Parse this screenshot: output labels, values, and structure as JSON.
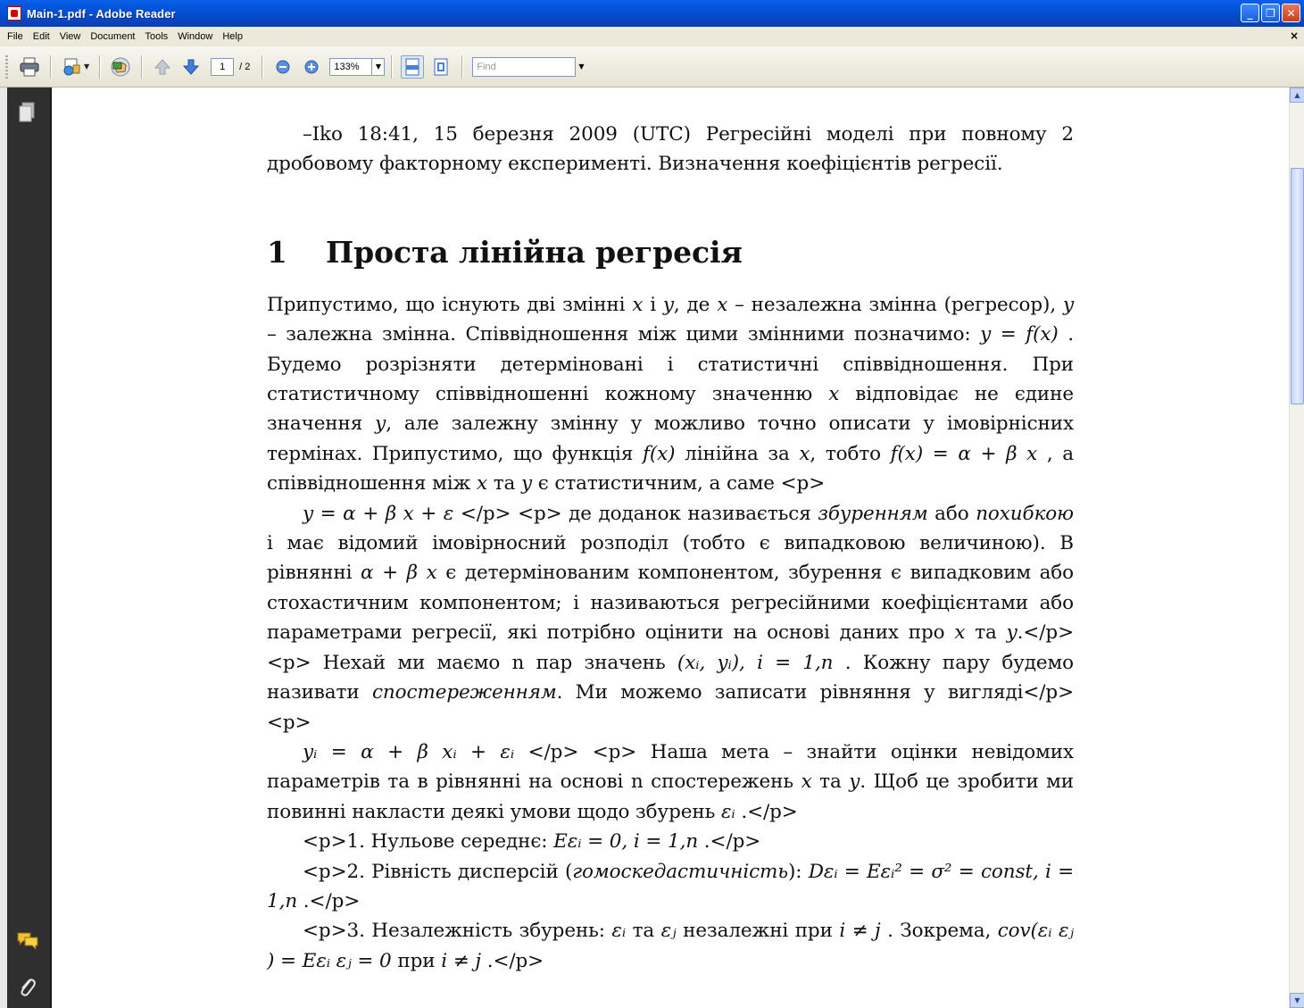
{
  "window": {
    "title": "Main-1.pdf - Adobe Reader"
  },
  "menu": {
    "items": [
      "File",
      "Edit",
      "View",
      "Document",
      "Tools",
      "Window",
      "Help"
    ]
  },
  "toolbar": {
    "page_current": "1",
    "page_total": "/ 2",
    "zoom": "133%",
    "find_placeholder": "Find"
  },
  "document": {
    "header": "–Iko 18:41, 15 березня 2009 (UTC) Регресійні моделі при повному 2 дробовому факторному експерименті. Визначення коефіцієнтів регресії.",
    "section_number": "1",
    "section_title": "Проста лінійна регресія",
    "p1": [
      "Припустимо, що існують дві змінні ",
      "x",
      " і ",
      "y",
      ", де ",
      "x",
      " – незалежна змінна (регресор), ",
      "y",
      " – залежна змінна. Співвідношення між цими змінними позначимо: ",
      "y = f(x)",
      " . Будемо розрізняти детерміновані і статистичні співвідношення. При статистичному співвідношенні кожному значенню ",
      "x",
      " відповідає не єдине значення ",
      "y",
      ", але залежну змінну у можливо точно описати у імовірнісних термінах. Припустимо, що функція ",
      "f(x)",
      " лінійна за ",
      "x",
      ", тобто ",
      "f(x) = α  + β x",
      " , а співвідношення між ",
      "x",
      " та ",
      "y",
      " є статистичним, а саме <p>"
    ],
    "p2": [
      "y = α  + β x + ε",
      "  </p> <p> де доданок  називається ",
      "збуренням",
      " або ",
      "похибкою",
      " і має відомий імовірносний розподіл (тобто є випадковою величиною). В рівнянні ",
      "α  + β x",
      " є детермінованим компонентом, збурення  є випадковим або стохастичним компонентом;  і  називаються регресійними коефіцієнтами або параметрами регресії, які потрібно оцінити на основі даних про ",
      "x",
      " та ",
      "y",
      ".</p> <p> Нехай ми маємо n пар значень ",
      "(xᵢ, yᵢ), i = 1,n",
      " . Кожну пару будемо називати ",
      "спостереженням",
      ". Ми можемо записати рівняння у вигляді</p> <p>"
    ],
    "p3": [
      "yᵢ = α  + β xᵢ + εᵢ",
      "  </p> <p> Наша мета – знайти оцінки невідомих параметрів  та  в рівнянні на основі n спостережень ",
      "x",
      " та ",
      "y",
      ". Щоб це зробити ми повинні накласти деякі умови щодо збурень ",
      "εᵢ",
      "  .</p>"
    ],
    "p4": [
      "<p>1. Нульове середнє: ",
      "Eεᵢ  = 0, i = 1,n",
      "  .</p>"
    ],
    "p5": [
      "<p>2. Рівність дисперсій (",
      "гомоскедастичність",
      "): ",
      "Dεᵢ  = Eεᵢ²  = σ²  = const, i = 1,n",
      "  .</p>"
    ],
    "p6": [
      "<p>3. Незалежність збурень: ",
      "εᵢ",
      "  та ",
      "εⱼ",
      "  незалежні при ",
      "i ≠  j",
      " . Зокрема, ",
      "cov(εᵢ εⱼ ) = Eεᵢ εⱼ  = 0",
      " при ",
      "i ≠  j",
      " .</p>"
    ]
  },
  "icons": {
    "print": "printer-icon",
    "email": "email-icon",
    "hand": "hand-tool-icon",
    "prev": "previous-page-icon",
    "next": "next-page-icon",
    "zoom_out": "zoom-out-icon",
    "zoom_in": "zoom-in-icon",
    "fit_width": "fit-width-icon",
    "fit_page": "fit-page-icon",
    "pages": "pages-panel-icon",
    "comments": "comments-icon",
    "attachments": "attachments-icon"
  },
  "colors": {
    "titlebar": "#0454dc",
    "navpanel": "#2f2f2f",
    "chrome": "#ece9d8"
  }
}
